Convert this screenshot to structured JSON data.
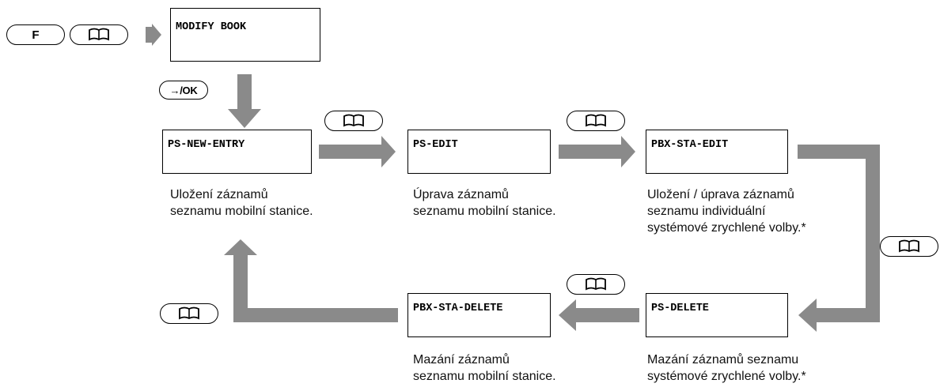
{
  "keys": {
    "function_key": "F",
    "ok_key": "→/OK",
    "book_icon": "phonebook-icon"
  },
  "screens": {
    "modify_book": "MODIFY BOOK",
    "ps_new_entry": "PS-NEW-ENTRY",
    "ps_edit": "PS-EDIT",
    "pbx_sta_edit": "PBX-STA-EDIT",
    "ps_delete": "PS-DELETE",
    "pbx_sta_delete": "PBX-STA-DELETE"
  },
  "descriptions": {
    "ps_new_entry": "Uložení záznamů\nseznamu mobilní stanice.",
    "ps_edit": "Úprava záznamů\nseznamu mobilní stanice.",
    "pbx_sta_edit": "Uložení / úprava záznamů\nseznamu individuální\nsystémové zrychlené volby.*",
    "pbx_sta_delete": "Mazání záznamů\nseznamu mobilní stanice.",
    "ps_delete": "Mazání záznamů seznamu\nsystémové zrychlené volby.*"
  },
  "colors": {
    "arrow": "#8a8a8a",
    "border": "#000000"
  }
}
